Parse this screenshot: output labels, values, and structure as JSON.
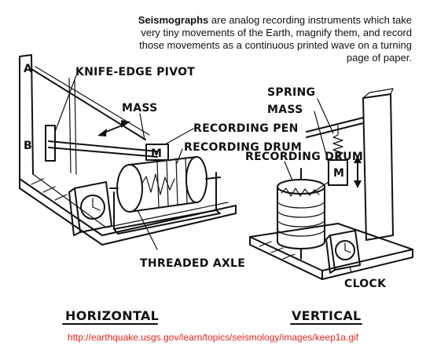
{
  "caption": {
    "bold": "Seismographs",
    "text": " are analog recording instruments which take very tiny movements of the Earth, magnify them, and record those movements as a continuous printed wave on a turning page of paper."
  },
  "labels": {
    "a": "A",
    "b": "B",
    "m1": "M",
    "m2": "M",
    "knife_edge_pivot": "KNIFE-EDGE PIVOT",
    "mass_h": "MASS",
    "recording_pen": "RECORDING PEN",
    "recording_drum_h": "RECORDING DRUM",
    "threaded_axle": "THREADED AXLE",
    "spring": "SPRING",
    "mass_v": "MASS",
    "recording_drum_v": "RECORDING DRUM",
    "clock": "CLOCK"
  },
  "titles": {
    "horizontal": "HORIZONTAL",
    "vertical": "VERTICAL"
  },
  "source_url": "http://earthquake.usgs.gov/learn/topics/seismology/images/keep1a.gif"
}
